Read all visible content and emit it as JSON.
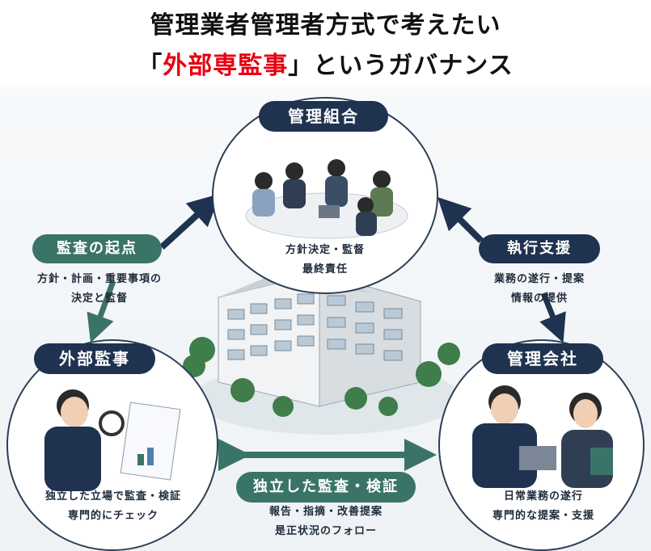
{
  "title": {
    "line1": "管理業者管理者方式で考えたい",
    "line2_open": "「",
    "line2_highlight": "外部専監事",
    "line2_close": "」というガバナンス"
  },
  "nodes": {
    "union": {
      "label": "管理組合",
      "desc1": "方針決定・監督",
      "desc2": "最終責任"
    },
    "auditor": {
      "label": "外部監事",
      "desc1": "独立した立場で監査・検証",
      "desc2": "専門的にチェック"
    },
    "company": {
      "label": "管理会社",
      "desc1": "日常業務の遂行",
      "desc2": "専門的な提案・支援"
    }
  },
  "relations": {
    "origin": {
      "label": "監査の起点",
      "desc1": "方針・計画・重要事項の",
      "desc2": "決定と監督"
    },
    "support": {
      "label": "執行支援",
      "desc1": "業務の遂行・提案",
      "desc2": "情報の提供"
    },
    "audit": {
      "label": "独立した監査・検証",
      "desc1": "報告・指摘・改善提案",
      "desc2": "是正状況のフォロー"
    }
  },
  "colors": {
    "navy": "#1f3350",
    "teal": "#3a7468",
    "highlight": "#e60012"
  }
}
